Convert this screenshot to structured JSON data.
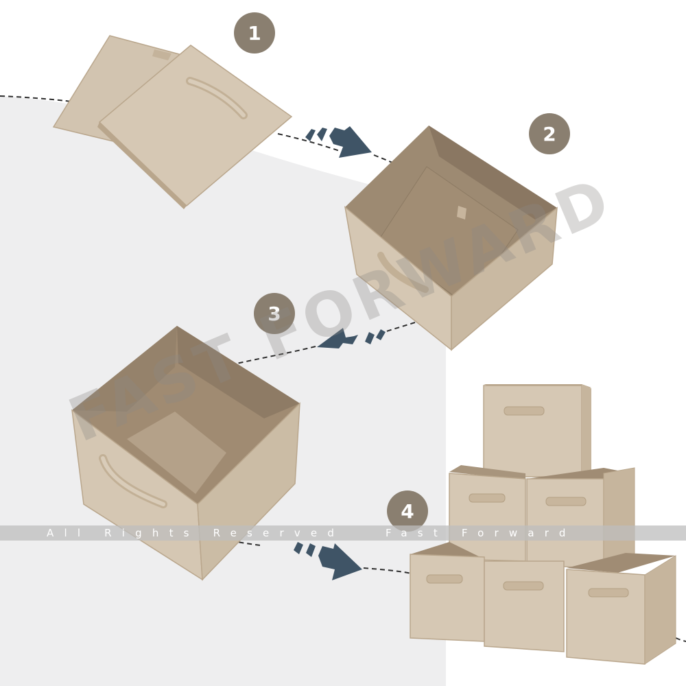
{
  "steps": [
    {
      "number": "1"
    },
    {
      "number": "2"
    },
    {
      "number": "3"
    },
    {
      "number": "4"
    }
  ],
  "watermark": {
    "diagonal_text": "FAST FORWARD",
    "strip_text": "All Rights Reserved   Fast Forward"
  },
  "colors": {
    "badge": "#8a7f70",
    "fabric": "#d5c7b3",
    "fabric_dark": "#b9a68c",
    "arrow": "#3f5466",
    "background_swoosh": "#eeeeef",
    "strip": "#bdbdbd"
  }
}
